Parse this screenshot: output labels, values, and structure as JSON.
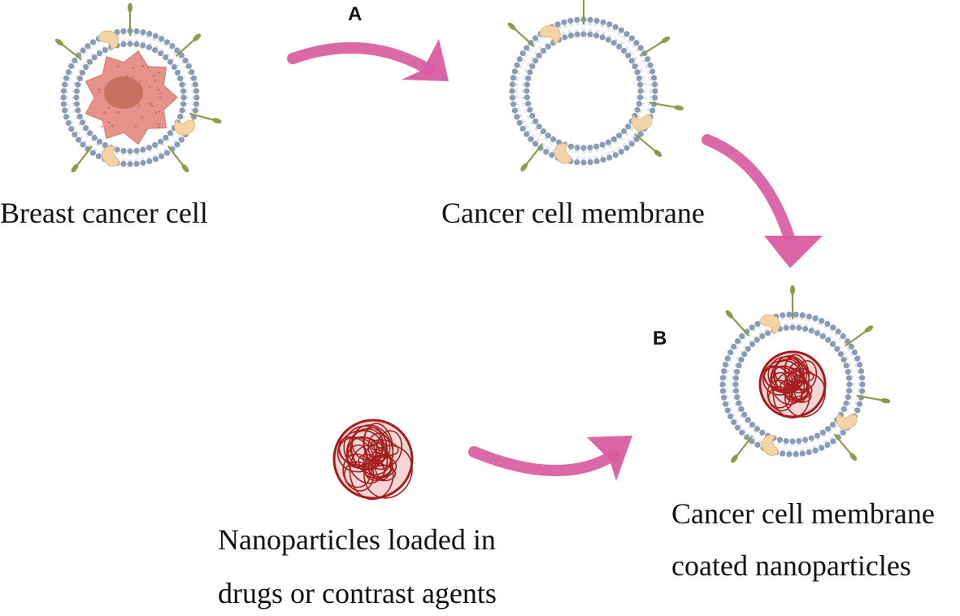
{
  "labels": {
    "panel_a": "A",
    "panel_b": "B",
    "breast_cancer_cell": "Breast  cancer cell",
    "cancer_cell_membrane": "Cancer cell membrane",
    "nanoparticles_line1": "Nanoparticles loaded in",
    "nanoparticles_line2": "drugs or contrast agents",
    "coated_line1": "Cancer cell membrane",
    "coated_line2": "coated nanoparticles"
  },
  "colors": {
    "arrow": "#d95c9f",
    "lipid_head": "#8a9bb6",
    "lipid_tail": "#c3d3e8",
    "cytoplasm": "#e5938a",
    "nucleus": "#c8705f",
    "protein": "#f3d4a4",
    "receptor": "#8f9a47",
    "nanoparticle": "#a51d1d"
  }
}
